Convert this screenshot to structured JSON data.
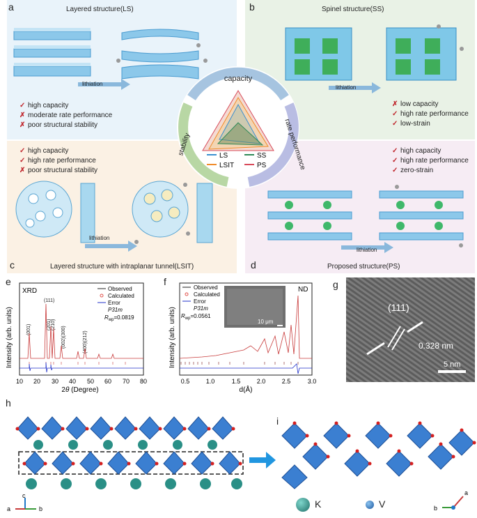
{
  "panels": {
    "a": {
      "label": "a",
      "title": "Layered structure(LS)",
      "arrow": "lithiation",
      "features": [
        {
          "mark": "check",
          "text": "high capacity"
        },
        {
          "mark": "cross",
          "text": "moderate rate performance"
        },
        {
          "mark": "cross",
          "text": "poor structural stability"
        }
      ]
    },
    "b": {
      "label": "b",
      "title": "Spinel structure(SS)",
      "arrow": "lithiation",
      "features": [
        {
          "mark": "cross",
          "text": "low capacity"
        },
        {
          "mark": "check",
          "text": "high rate performance"
        },
        {
          "mark": "check",
          "text": "low-strain"
        }
      ]
    },
    "c": {
      "label": "c",
      "title": "Layered structure with intraplanar tunnel(LSIT)",
      "arrow": "lithiation",
      "features": [
        {
          "mark": "check",
          "text": "high capacity"
        },
        {
          "mark": "check",
          "text": "high rate performance"
        },
        {
          "mark": "cross",
          "text": "poor structural stability"
        }
      ]
    },
    "d": {
      "label": "d",
      "title": "Proposed structure(PS)",
      "arrow": "lithiation",
      "features": [
        {
          "mark": "check",
          "text": "high capacity"
        },
        {
          "mark": "check",
          "text": "high rate performance"
        },
        {
          "mark": "check",
          "text": "zero-strain"
        }
      ]
    }
  },
  "radar": {
    "axes": [
      "capacity",
      "rate performance",
      "stability"
    ],
    "legend": [
      {
        "name": "LS",
        "color": "#3a8fd0"
      },
      {
        "name": "SS",
        "color": "#2f8a57"
      },
      {
        "name": "LSIT",
        "color": "#f08c2a"
      },
      {
        "name": "PS",
        "color": "#d84a5a"
      }
    ]
  },
  "xrd": {
    "label": "e",
    "tag": "XRD",
    "legend": [
      "Observed",
      "Calculated",
      "Error",
      "P31m"
    ],
    "rwp_label": "R",
    "rwp_sub": "wp",
    "rwp_value": "=0.0819",
    "ylabel": "Intensity (arb. units)",
    "xlabel_pre": "2",
    "xlabel_theta": "θ",
    "xlabel_post": " (Degree)",
    "xticks": [
      "10",
      "20",
      "30",
      "40",
      "50",
      "60",
      "70",
      "80"
    ],
    "peaks": [
      "(001)",
      "(111)",
      "(201)",
      "(210)",
      "(002)(300)",
      "(400)(212)"
    ]
  },
  "nd": {
    "label": "f",
    "tag": "ND",
    "legend": [
      "Observed",
      "Calculated",
      "Error",
      "P31m"
    ],
    "rwp_label": "R",
    "rwp_sub": "wp",
    "rwp_value": "=0.0561",
    "scale": "10 μm",
    "ylabel": "Intensity (arb. units)",
    "xlabel": "d(Å)",
    "xticks": [
      "0.5",
      "1.0",
      "1.5",
      "2.0",
      "2.5",
      "3.0"
    ]
  },
  "hrtem": {
    "label": "g",
    "plane": "(111)",
    "spacing": "0.328 nm",
    "scale": "5 nm"
  },
  "structure_h": {
    "label": "h",
    "axes": [
      "a",
      "b",
      "c"
    ]
  },
  "structure_i": {
    "label": "i",
    "axes": [
      "a",
      "b"
    ],
    "legend": [
      {
        "name": "K",
        "color": "#2a8f86"
      },
      {
        "name": "V",
        "color": "#1f6fbf"
      }
    ]
  }
}
